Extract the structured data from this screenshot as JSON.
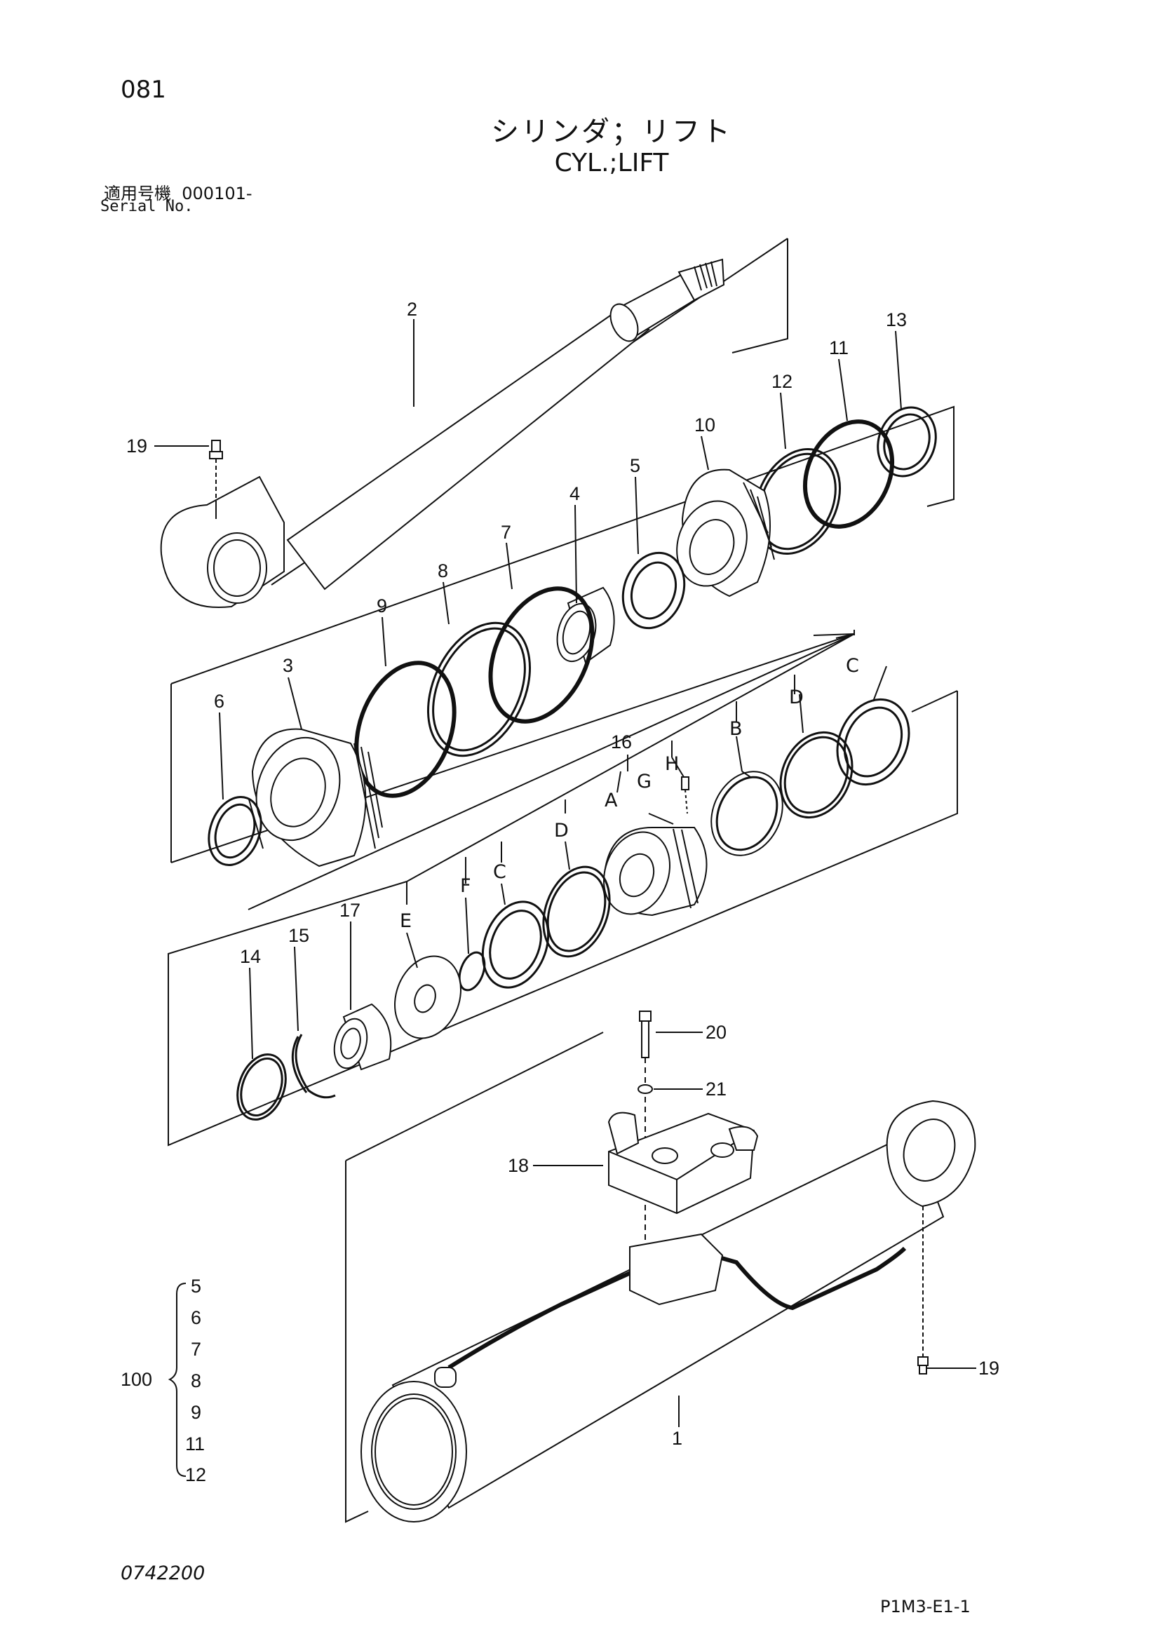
{
  "header": {
    "page_number": "081",
    "title_jp": "シリンダ；リフト",
    "title_en": "CYL.;LIFT",
    "serial_label_jp": "適用号機",
    "serial_value": "000101-",
    "serial_label_en": "Serial No."
  },
  "callouts": {
    "c1": "1",
    "c2": "2",
    "c3": "3",
    "c4": "4",
    "c5": "5",
    "c6": "6",
    "c7": "7",
    "c8": "8",
    "c9": "9",
    "c10": "10",
    "c11": "11",
    "c12": "12",
    "c13": "13",
    "c14": "14",
    "c15": "15",
    "c16": "16",
    "c17": "17",
    "c18": "18",
    "c19a": "19",
    "c19b": "19",
    "c20": "20",
    "c21": "21"
  },
  "letters": {
    "A": "A",
    "B": "B",
    "C1": "C",
    "C2": "C",
    "D1": "D",
    "D2": "D",
    "E": "E",
    "F": "F",
    "G": "G",
    "H": "H"
  },
  "kit": {
    "number": "100",
    "items": [
      "5",
      "6",
      "7",
      "8",
      "9",
      "11",
      "12"
    ]
  },
  "footer": {
    "drawing_number": "0742200",
    "page_code": "P1M3-E1-1"
  }
}
